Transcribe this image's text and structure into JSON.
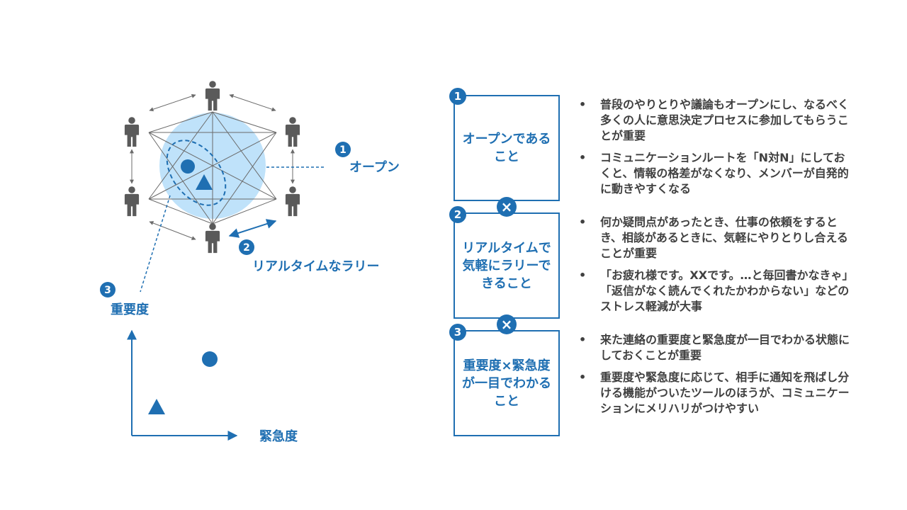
{
  "diagram": {
    "label1": "オープン",
    "label2": "リアルタイムなラリー",
    "label3": "重要度",
    "axis_x_label": "緊急度",
    "badges": [
      "1",
      "2",
      "3"
    ],
    "person_icon": "person-icon",
    "circle_marker_icon": "circle-icon",
    "triangle_marker_icon": "triangle-icon",
    "colors": {
      "accent": "#1f6fb2",
      "light_circle": "#bfe2fa",
      "gray": "#5a5a5a"
    }
  },
  "sections": [
    {
      "number": "1",
      "title": "オープンであること",
      "bullets": [
        "普段のやりとりや議論もオープンにし、なるべく多くの人に意思決定プロセスに参加してもらうことが重要",
        "コミュニケーションルートを「N対N」にしておくと、情報の格差がなくなり、メンバーが自発的に動きやすくなる"
      ]
    },
    {
      "number": "2",
      "title": "リアルタイムで気軽にラリーできること",
      "bullets": [
        "何か疑問点があったとき、仕事の依頼をするとき、相談があるときに、気軽にやりとりし合えることが重要",
        "「お疲れ様です。XXです。…と毎回書かなきゃ」「返信がなく読んでくれたかわからない」などのストレス軽減が大事"
      ]
    },
    {
      "number": "3",
      "title": "重要度×緊急度が一目でわかること",
      "bullets": [
        "来た連絡の重要度と緊急度が一目でわかる状態にしておくことが重要",
        "重要度や緊急度に応じて、相手に通知を飛ばし分ける機能がついたツールのほうが、コミュニケーションにメリハリがつけやすい"
      ]
    }
  ],
  "connector_symbol": "×"
}
